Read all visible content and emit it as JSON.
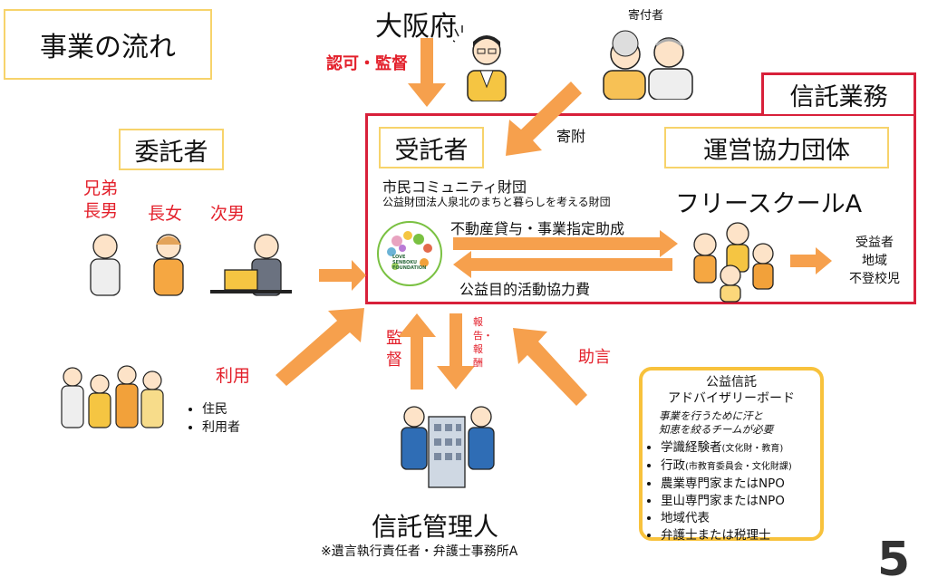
{
  "title": "事業の流れ",
  "trust_business": "信託業務",
  "osaka": "大阪府",
  "approval": "認可・監督",
  "donor": "寄付者",
  "donation": "寄附",
  "trustee": {
    "label": "受託者",
    "org1": "市民コミュニティ財団",
    "org2": "公益財団法人泉北のまちと暮らしを考える財団",
    "logo_line1": "LOVE",
    "logo_line2": "SENBOKU",
    "logo_line3": "FOUNDATION"
  },
  "partner": {
    "label": "運営協力団体",
    "name": "フリースクールA"
  },
  "flow_right": "不動産貸与・事業指定助成",
  "flow_left": "公益目的活動協力費",
  "beneficiary": [
    "受益者",
    "地域",
    "不登校児"
  ],
  "settlor": {
    "label": "委託者",
    "m1_line1": "兄弟",
    "m1_line2": "長男",
    "m2": "長女",
    "m3": "次男"
  },
  "use": "利用",
  "users": [
    "住民",
    "利用者"
  ],
  "supervise": "監督",
  "report": "報告・報酬",
  "advice": "助言",
  "manager": {
    "title": "信託管理人",
    "sub": "※遺言執行責任者・弁護士事務所A"
  },
  "advisory": {
    "title1": "公益信託",
    "title2": "アドバイザリーボード",
    "note1": "事業を行うために汗と",
    "note2": "知恵を絞るチームが必要",
    "items": [
      {
        "main": "学識経験者",
        "sub": "(文化財・教育)"
      },
      {
        "main": "行政",
        "sub": "(市教育委員会・文化財課)"
      },
      {
        "main": "農業専門家またはNPO",
        "sub": ""
      },
      {
        "main": "里山専門家またはNPO",
        "sub": ""
      },
      {
        "main": "地域代表",
        "sub": ""
      },
      {
        "main": "弁護士または税理士",
        "sub": ""
      }
    ]
  },
  "page_number": "5",
  "colors": {
    "arrow": "#f6a04d",
    "red": "#e3202b",
    "yellow": "#f7d36b",
    "frame": "#d8203a"
  }
}
